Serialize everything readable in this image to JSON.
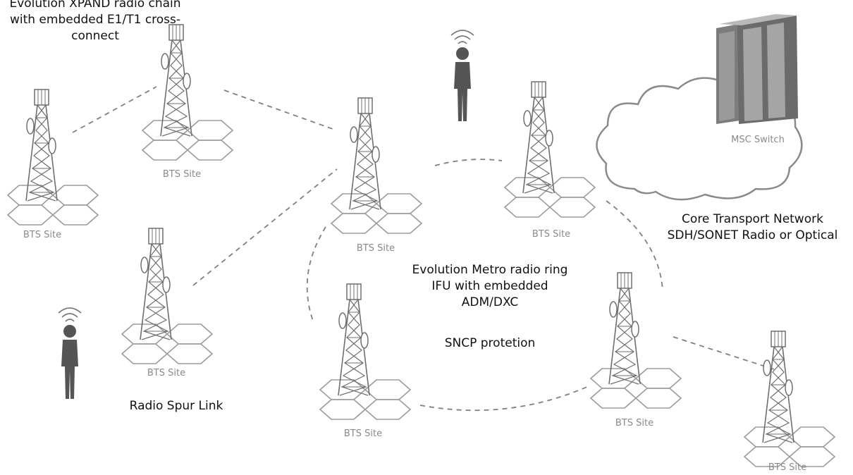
{
  "annotations": {
    "xpand_chain": [
      "Evolution XPAND radio chain",
      "with embedded E1/T1 cross-",
      "connect"
    ],
    "core_network": [
      "Core Transport Network",
      "SDH/SONET Radio or Optical"
    ],
    "metro_ring": [
      "Evolution Metro radio ring",
      "IFU with embedded",
      "ADM/DXC"
    ],
    "sncp": "SNCP protetion",
    "spur_link": "Radio Spur Link"
  },
  "sites": [
    {
      "id": "left",
      "label": "BTS Site"
    },
    {
      "id": "top-mid",
      "label": "BTS Site"
    },
    {
      "id": "center",
      "label": "BTS Site"
    },
    {
      "id": "right",
      "label": "BTS Site"
    },
    {
      "id": "spur",
      "label": "BTS Site"
    },
    {
      "id": "bottom-mid",
      "label": "BTS Site"
    },
    {
      "id": "bottom-right",
      "label": "BTS Site"
    },
    {
      "id": "far-right",
      "label": "BTS Site"
    }
  ],
  "switch_label": "MSC Switch",
  "colors": {
    "tower": "#6f6f6f",
    "hexagon": "#9b9b9b",
    "link": "#808080",
    "cloud": "#8a8a8a",
    "server": "#6e6e6e",
    "person": "#555555"
  }
}
